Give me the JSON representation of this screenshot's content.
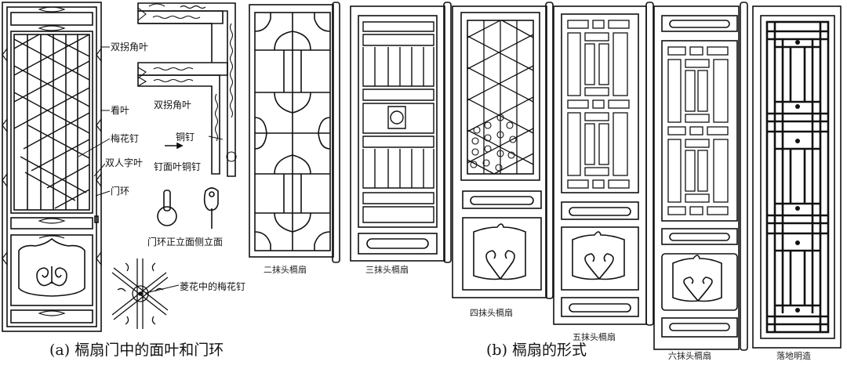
{
  "figure": {
    "part_a": {
      "caption": "(a) 槅扇门中的面叶和门环",
      "labels": {
        "double_corner_leaf_1": "双拐角叶",
        "face_leaf": "看叶",
        "plum_nail": "梅花钉",
        "double_ren_leaf": "双人字叶",
        "door_ring": "门环",
        "double_corner_leaf_2": "双拐角叶",
        "copper_nail": "铜钉",
        "face_leaf_copper_nail": "钉面叶铜钉",
        "ring_elevations": "门环正立面侧立面",
        "plum_nail_in_lozenge": "菱花中的梅花钉"
      }
    },
    "part_b": {
      "caption": "(b) 槅扇的形式",
      "doors": [
        {
          "name": "二抹头槅扇"
        },
        {
          "name": "三抹头槅扇"
        },
        {
          "name": "四抹头槅扇"
        },
        {
          "name": "五抹头槅扇"
        },
        {
          "name": "六抹头槅扇"
        },
        {
          "name": "落地明造"
        }
      ]
    },
    "colors": {
      "line": "#111111",
      "background": "#ffffff"
    }
  }
}
